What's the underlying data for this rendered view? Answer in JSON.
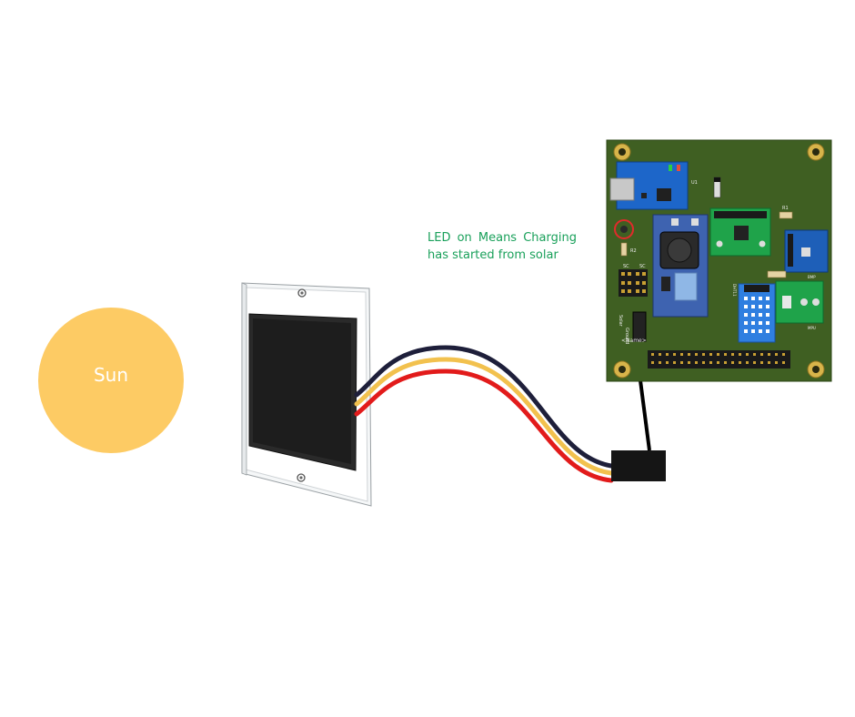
{
  "sun": {
    "label": "Sun",
    "color": "#fdcb64"
  },
  "annotation": {
    "line1_words": [
      "LED",
      "on",
      "Means",
      "Charging"
    ],
    "line2": "has started from solar",
    "color": "#19a05a"
  },
  "wires": {
    "colors": [
      "#1e1f3a",
      "#f2c14e",
      "#e21b1b"
    ]
  },
  "board": {
    "color": "#3f5f22",
    "labels": {
      "u1": "U1",
      "r1": "R1",
      "r2": "R2",
      "sc1": "SC",
      "sc2": "SC",
      "solar": "Solar",
      "ground": "Ground",
      "name": "<Name>",
      "bmp": "BMP",
      "dht": "DHT11",
      "mpu": "MPU"
    }
  },
  "icons": {
    "sun": "sun-circle",
    "solar_panel": "solar-panel",
    "connector": "wire-connector",
    "indicator": "led-highlight-circle"
  }
}
